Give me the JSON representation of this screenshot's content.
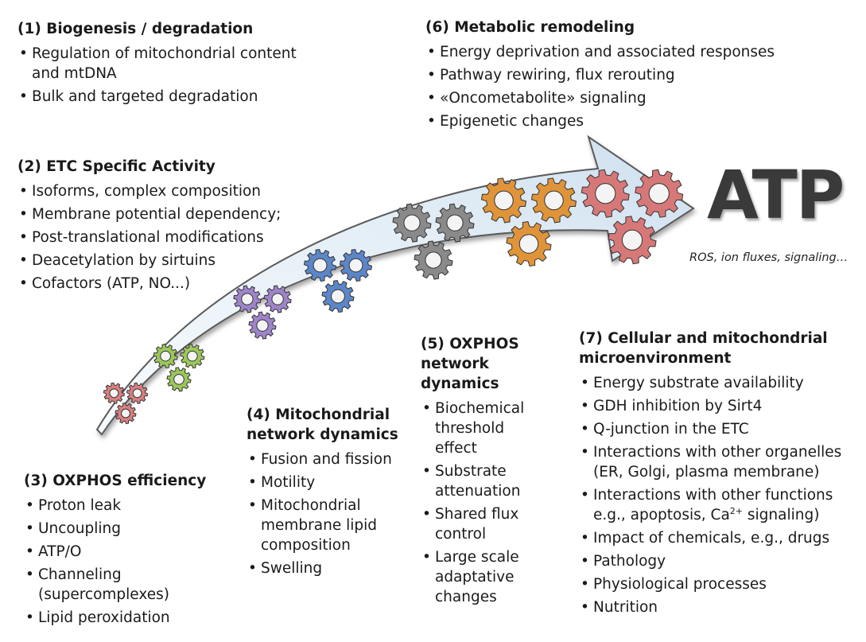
{
  "atp_label": "ATP",
  "ros_label": "ROS, ion fluxes, signaling…",
  "gear_colors": [
    "#d98080",
    "#9cc65a",
    "#9e84c8",
    "#5c86c8",
    "#8a8a8a",
    "#e0943a",
    "#d77878"
  ],
  "arrow_color": "#dde9f3",
  "blocks": [
    {
      "id": "b1",
      "title": "(1) Biogenesis / degradation",
      "items": [
        " Regulation of mitochondrial content and mtDNA",
        " Bulk and targeted degradation"
      ]
    },
    {
      "id": "b2",
      "title": "(2) ETC Specific Activity",
      "items": [
        "Isoforms, complex composition",
        "Membrane potential dependency;",
        "Post-translational modifications",
        "Deacetylation by sirtuins",
        "Cofactors (ATP, NO...)"
      ]
    },
    {
      "id": "b3",
      "title": "(3) OXPHOS efficiency",
      "items": [
        "Proton leak",
        "Uncoupling",
        "ATP/O",
        "Channeling (supercomplexes)",
        "Lipid peroxidation"
      ]
    },
    {
      "id": "b4",
      "title": "(4) Mitochondrial network dynamics",
      "items": [
        "Fusion and fission",
        "Motility",
        "Mitochondrial membrane lipid composition",
        "Swelling"
      ]
    },
    {
      "id": "b5",
      "title": "(5) OXPHOS network dynamics",
      "items": [
        " Biochemical threshold effect",
        "Substrate attenuation",
        "Shared flux control",
        "Large scale adaptative changes"
      ]
    },
    {
      "id": "b6",
      "title": "(6) Metabolic remodeling",
      "items": [
        "Energy deprivation and associated responses",
        "Pathway rewiring, flux rerouting",
        "«Oncometabolite» signaling",
        "Epigenetic changes"
      ]
    },
    {
      "id": "b7",
      "title": "(7) Cellular and mitochondrial microenvironment",
      "items": [
        "Energy substrate availability",
        "GDH inhibition by Sirt4",
        "Q-junction in the ETC",
        "Interactions with other organelles (ER, Golgi, plasma membrane)",
        {
          "pre": "Interactions with other functions e.g., apoptosis, Ca",
          "sup": "2+",
          "post": " signaling)"
        },
        "Impact of chemicals, e.g., drugs",
        "Pathology",
        "Physiological processes",
        "Nutrition"
      ]
    }
  ]
}
